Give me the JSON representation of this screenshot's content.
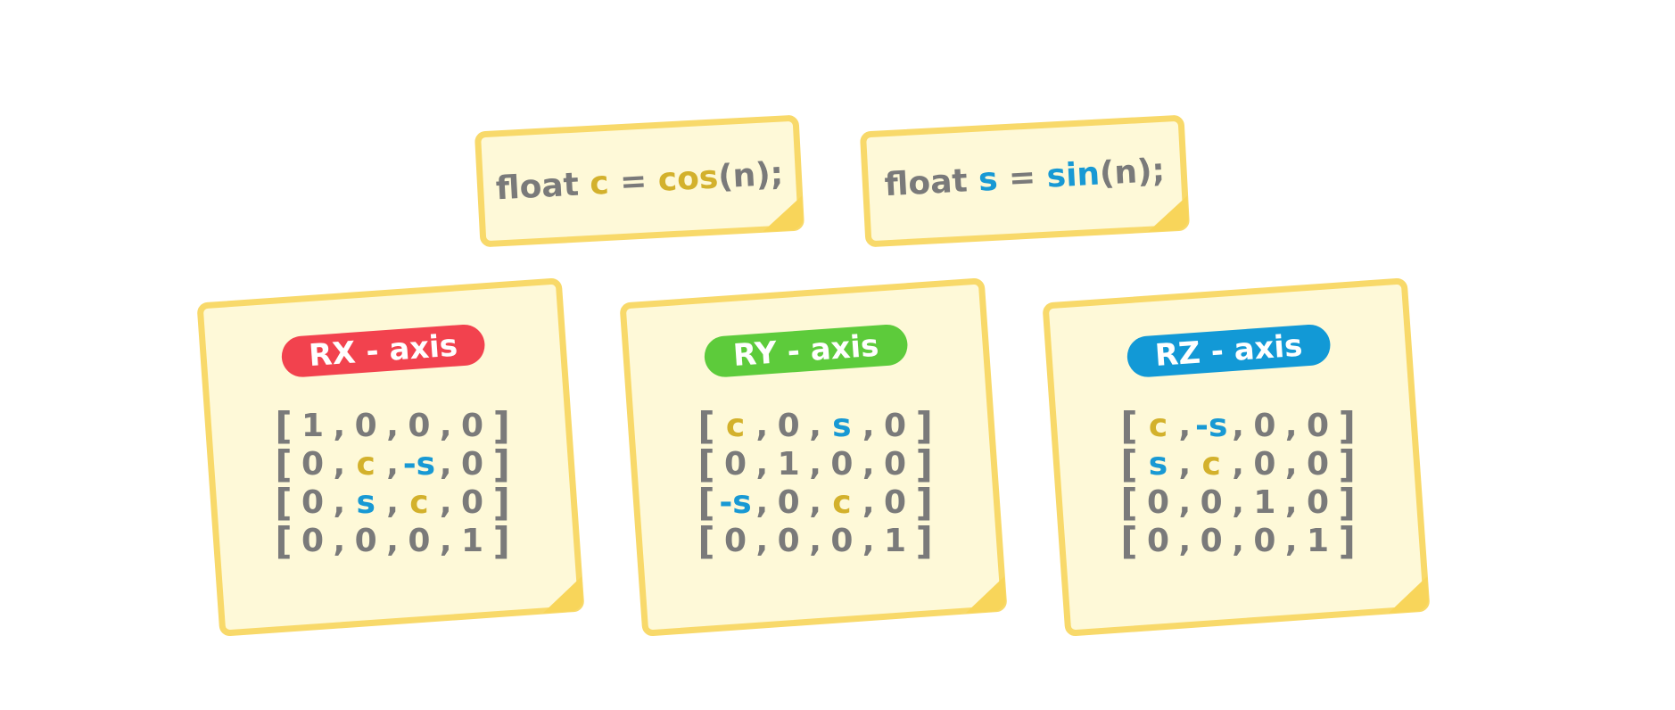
{
  "colors": {
    "cos": "#d3b12c",
    "sin": "#1899d4",
    "rx": "#f2424e",
    "ry": "#5dcb3b",
    "rz": "#1299d6",
    "note_fill": "#fef9d8",
    "note_border": "#f8d96a"
  },
  "code_notes": {
    "cos": {
      "keyword": "float",
      "var": "c",
      "eq": "=",
      "fn": "cos",
      "args": "(n);"
    },
    "sin": {
      "keyword": "float",
      "var": "s",
      "eq": "=",
      "fn": "sin",
      "args": "(n);"
    }
  },
  "matrices": [
    {
      "label": "RX - axis",
      "rows": [
        [
          "1",
          "0",
          "0",
          "0"
        ],
        [
          "0",
          "c",
          "-s",
          "0"
        ],
        [
          "0",
          "s",
          "c",
          "0"
        ],
        [
          "0",
          "0",
          "0",
          "1"
        ]
      ]
    },
    {
      "label": "RY - axis",
      "rows": [
        [
          "c",
          "0",
          "s",
          "0"
        ],
        [
          "0",
          "1",
          "0",
          "0"
        ],
        [
          "-s",
          "0",
          "c",
          "0"
        ],
        [
          "0",
          "0",
          "0",
          "1"
        ]
      ]
    },
    {
      "label": "RZ - axis",
      "rows": [
        [
          "c",
          "-s",
          "0",
          "0"
        ],
        [
          "s",
          "c",
          "0",
          "0"
        ],
        [
          "0",
          "0",
          "1",
          "0"
        ],
        [
          "0",
          "0",
          "0",
          "1"
        ]
      ]
    }
  ],
  "brackets": {
    "open": "[",
    "close": "]",
    "comma": ","
  }
}
